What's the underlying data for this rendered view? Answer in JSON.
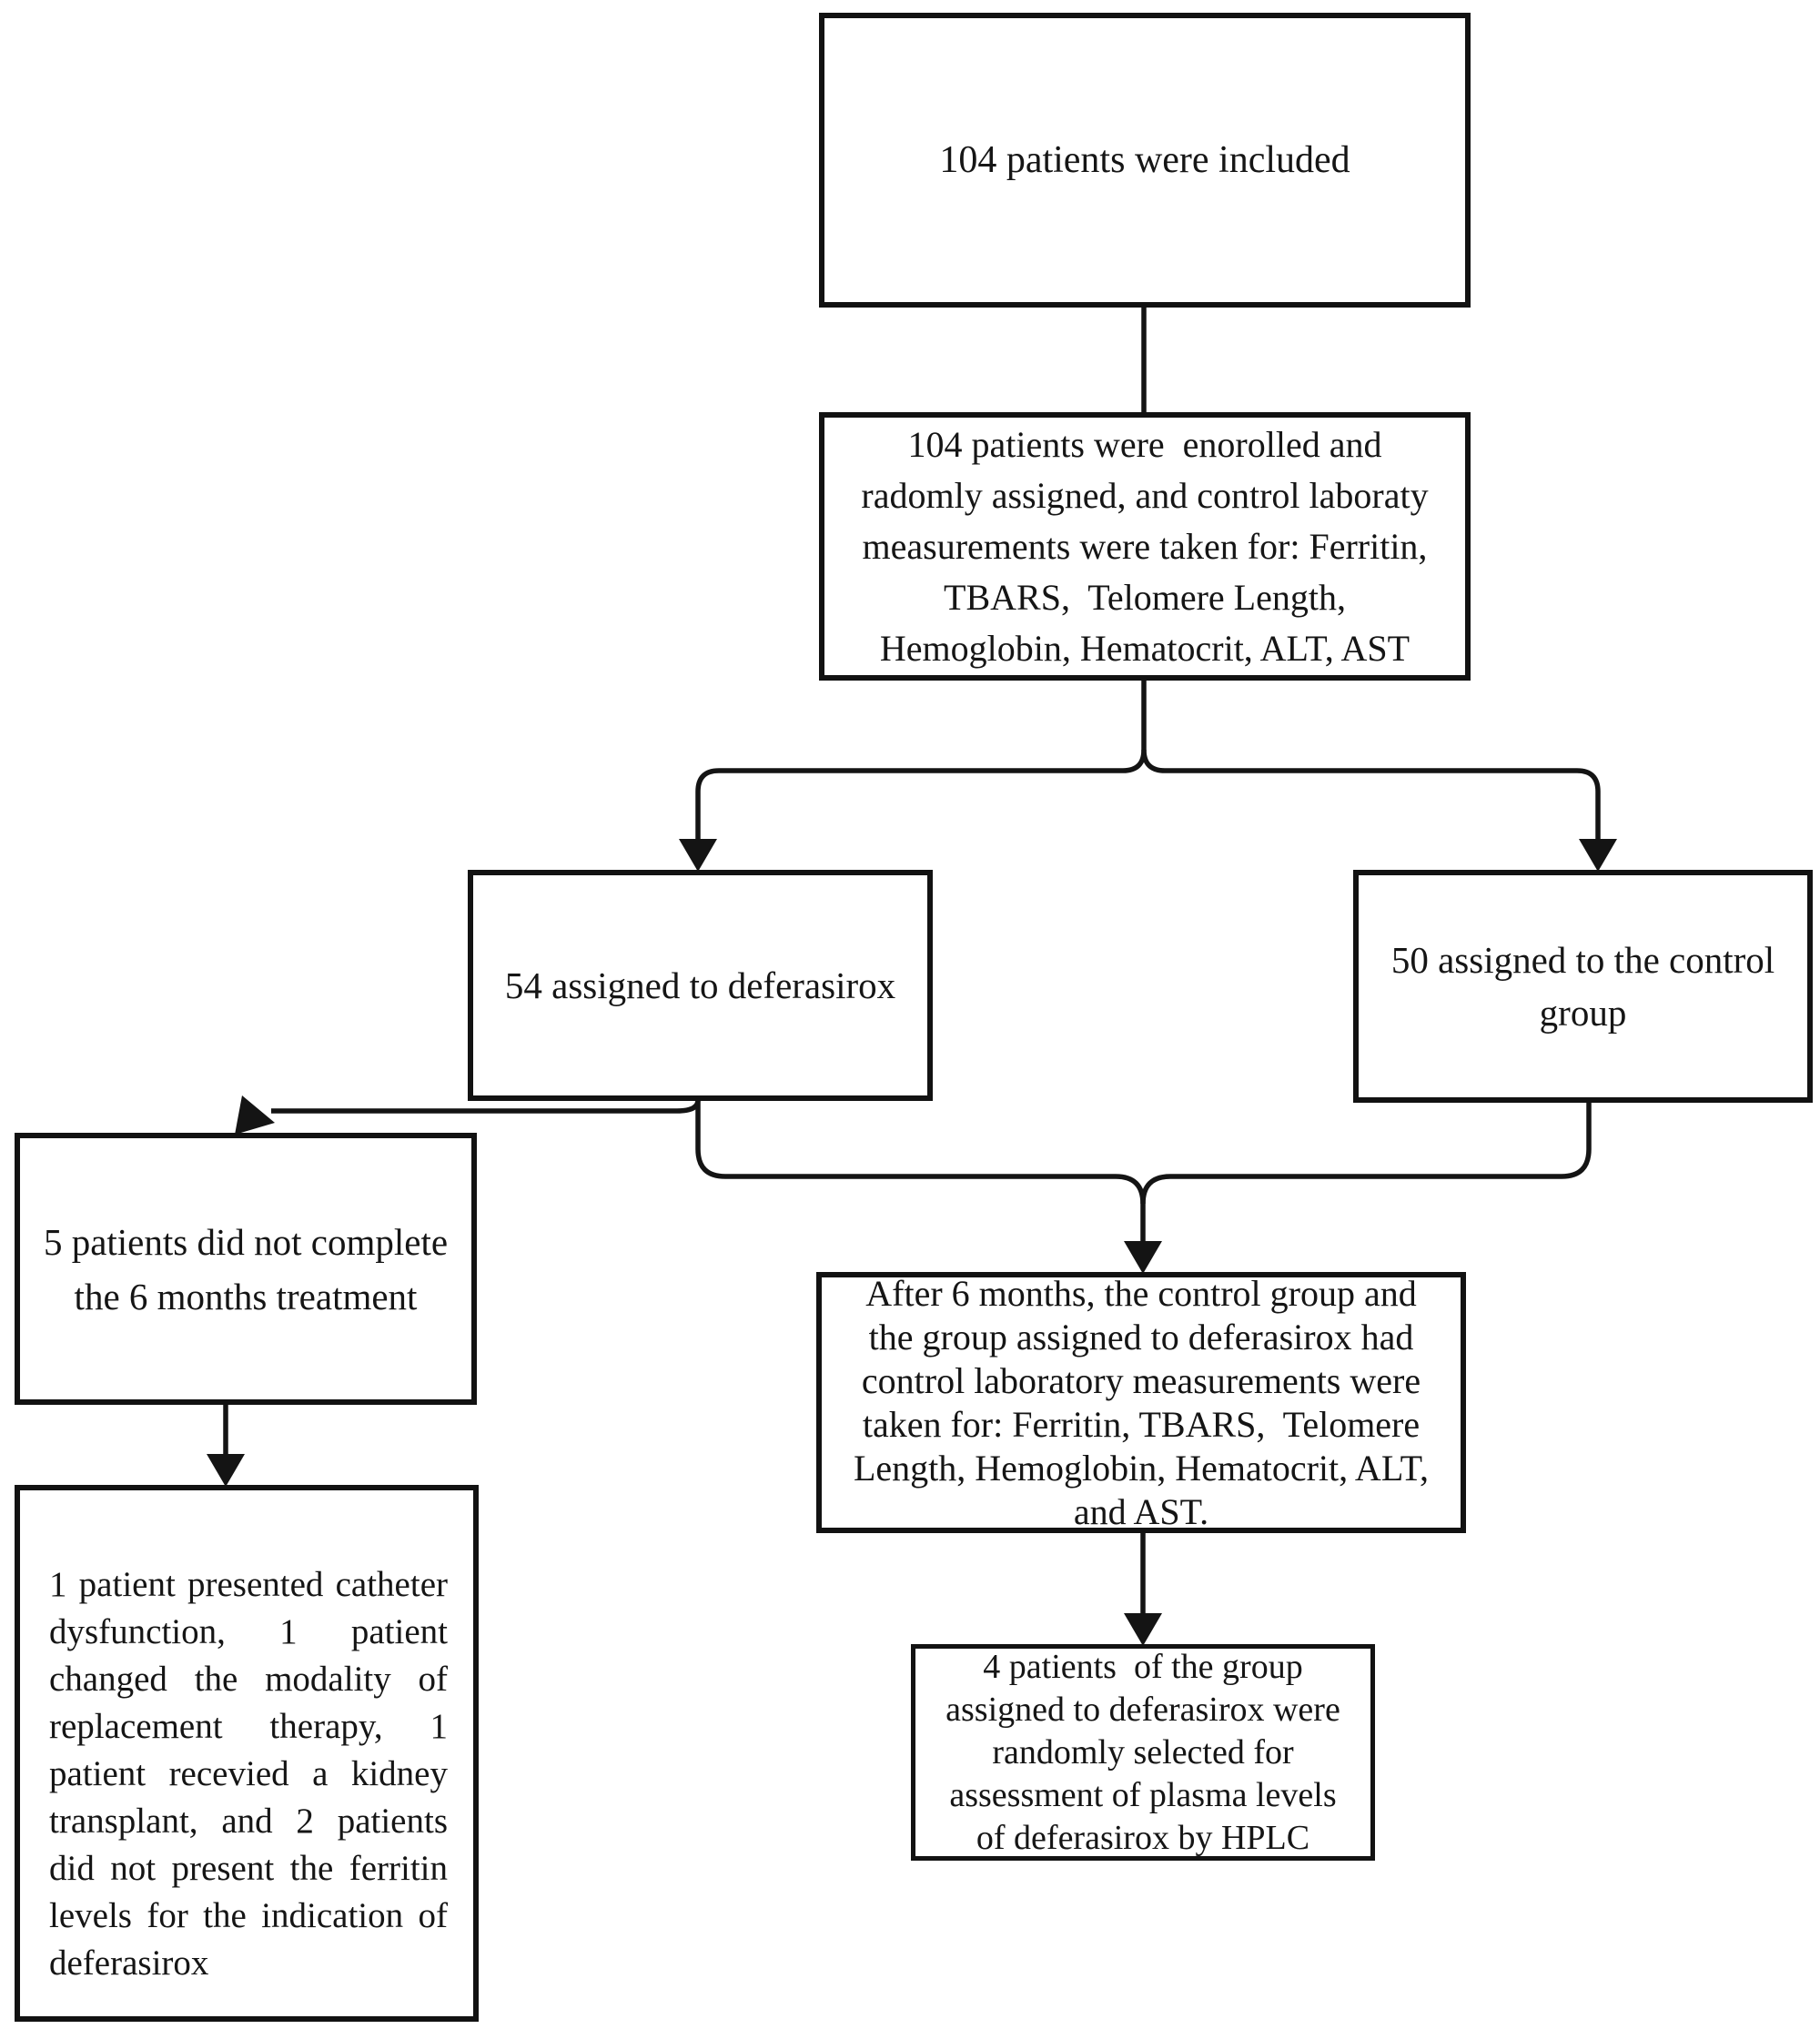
{
  "diagram_type": "patient-flow-chart",
  "colors": {
    "line": "#141414",
    "background": "#ffffff",
    "text": "#151515"
  },
  "boxes": {
    "included": {
      "text": "104 patients were included"
    },
    "enrolled": {
      "text": "104 patients were  enorolled and\nradomly assigned, and control laboraty\nmeasurements were taken for: Ferritin,\nTBARS,  Telomere Length,\nHemoglobin, Hematocrit, ALT, AST"
    },
    "deferasirox_arm": {
      "text": "54 assigned to deferasirox"
    },
    "control_arm": {
      "text": "50 assigned to the control\ngroup"
    },
    "not_completed": {
      "text": "5 patients did not complete\nthe 6 months treatment"
    },
    "dropout_reasons": {
      "text": "1 patient presented catheter dysfunction, 1 patient changed the modality of replacement therapy,  1 patient recevied a kidney transplant, and 2 patients did not present the ferritin levels for the indication of deferasirox"
    },
    "after_six_months": {
      "text": "After 6 months, the control group and\nthe group assigned to deferasirox had\ncontrol laboratory measurements were\ntaken for: Ferritin, TBARS,  Telomere\nLength, Hemoglobin, Hematocrit, ALT,\nand AST."
    },
    "hplc_subset": {
      "text": "4 patients  of the group\nassigned to deferasirox were\nrandomly selected for\nassessment of plasma levels\nof deferasirox by HPLC"
    }
  }
}
